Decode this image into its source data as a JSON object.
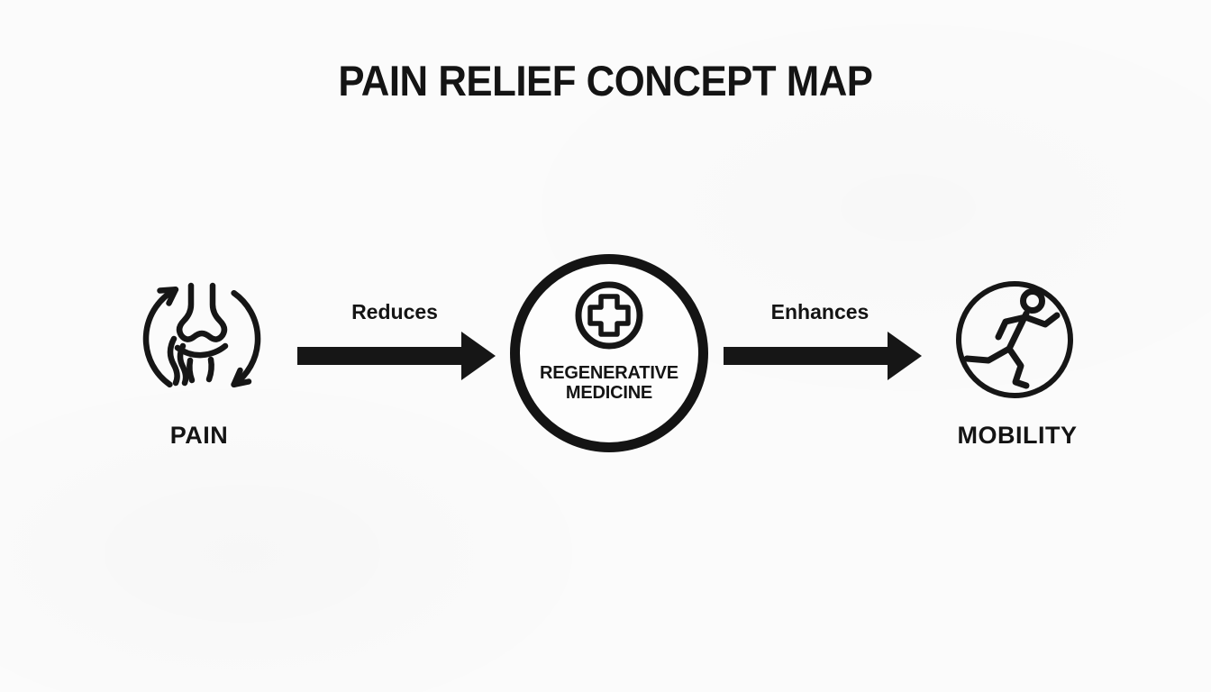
{
  "header": {
    "title": "PAIN RELIEF CONCEPT MAP"
  },
  "nodes": {
    "pain": {
      "label": "PAIN",
      "icon": "knee-joint-cycle-icon"
    },
    "regenerative_medicine": {
      "line1": "REGENERATIVE",
      "line2": "MEDICINE",
      "icon": "medical-cross-icon"
    },
    "mobility": {
      "label": "MOBILITY",
      "icon": "running-person-icon"
    }
  },
  "edges": {
    "pain_to_regenerative_medicine": {
      "label": "Reduces",
      "from": "PAIN",
      "to": "REGENERATIVE MEDICINE",
      "direction": "right"
    },
    "regenerative_medicine_to_mobility": {
      "label": "Enhances",
      "from": "REGENERATIVE MEDICINE",
      "to": "MOBILITY",
      "direction": "right"
    }
  },
  "colors": {
    "ink": "#141414",
    "background": "#fbfbfb"
  }
}
